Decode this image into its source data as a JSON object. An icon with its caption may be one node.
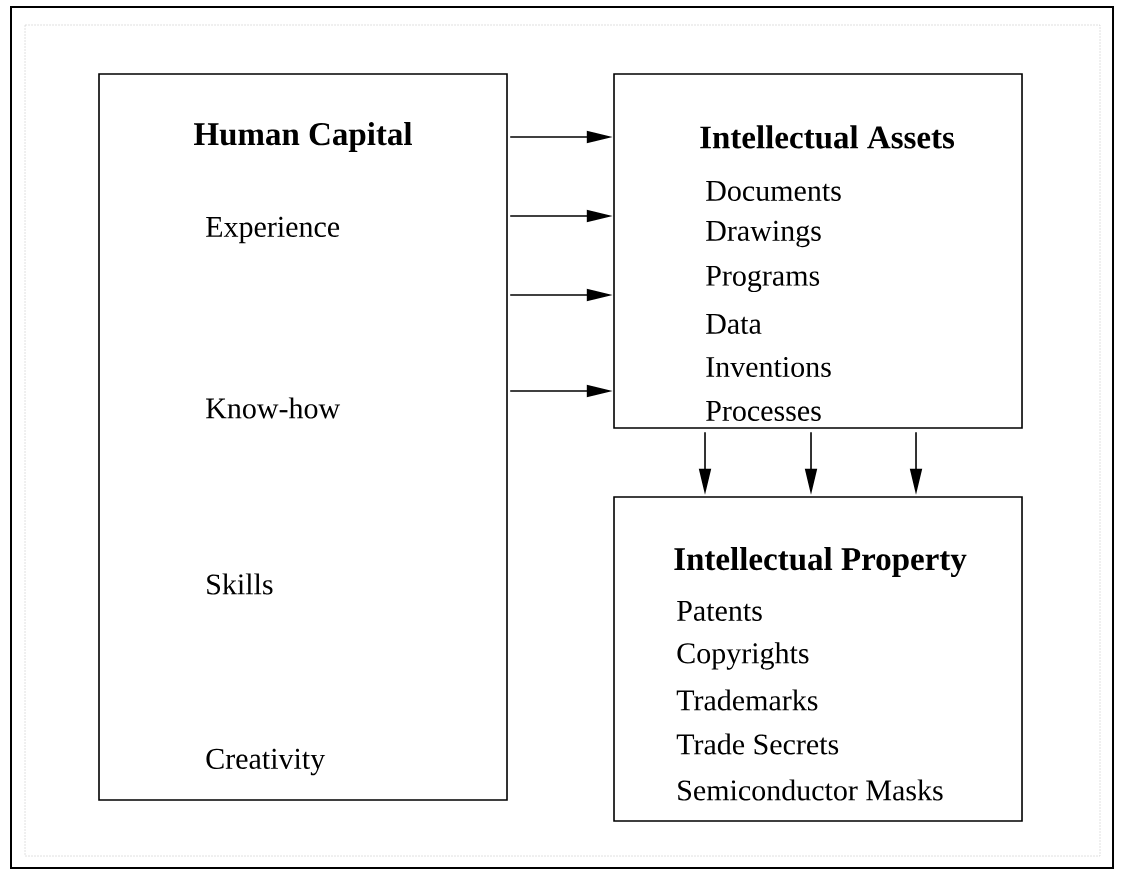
{
  "diagram": {
    "nodes": [
      {
        "text": [
          "Human Capital",
          "Experience",
          "Know-how",
          "Skills",
          "Creativity"
        ]
      },
      {
        "text": [
          "Intellectual Assets",
          "Documents",
          "Drawings",
          "Programs",
          "Data",
          "Inventions",
          "Processes"
        ]
      },
      {
        "text": [
          "Intellectual Property",
          "Patents",
          "Copyrights",
          "Trademarks",
          "Trade Secrets",
          "Semiconductor Masks"
        ]
      }
    ],
    "edges": [
      {
        "from": 0,
        "to": 1,
        "arrow": "to"
      },
      {
        "from": 0,
        "to": 1,
        "arrow": "to"
      },
      {
        "from": 0,
        "to": 1,
        "arrow": "to"
      },
      {
        "from": 0,
        "to": 1,
        "arrow": "to"
      },
      {
        "from": 1,
        "to": 2,
        "arrow": "to"
      },
      {
        "from": 1,
        "to": 2,
        "arrow": "to"
      },
      {
        "from": 1,
        "to": 2,
        "arrow": "to"
      }
    ]
  }
}
